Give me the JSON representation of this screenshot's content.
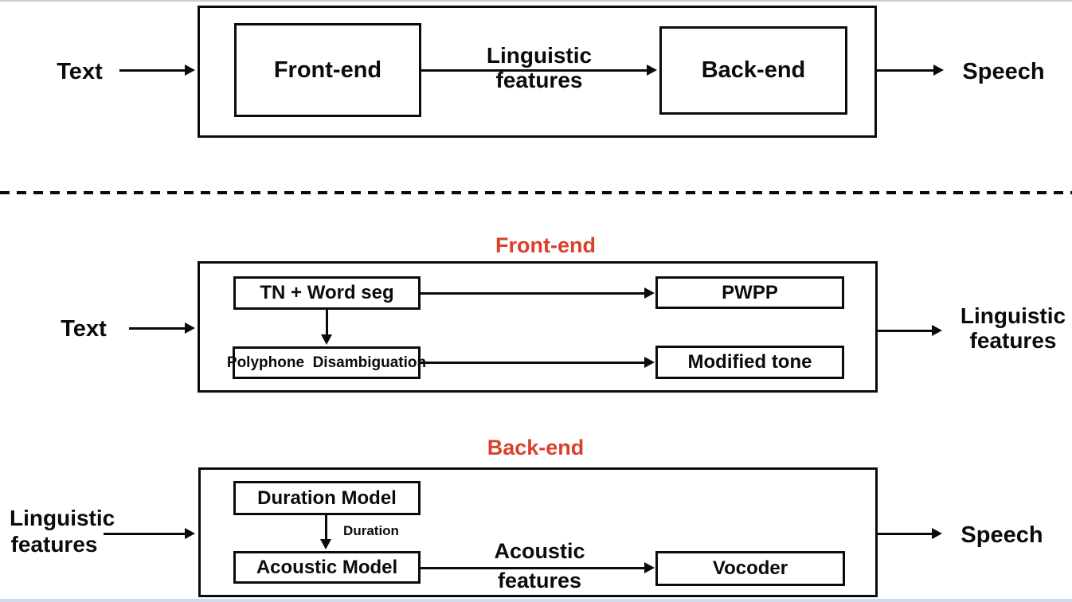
{
  "colors": {
    "title_red": "#d9412c",
    "line_black": "#0b0b0b"
  },
  "overview": {
    "input_label": "Text",
    "frontend_box_label": "Front-end",
    "backend_box_label": "Back-end",
    "flow_label_line1": "Linguistic",
    "flow_label_line2": "features",
    "output_label": "Speech"
  },
  "frontend_detail": {
    "title": "Front-end",
    "input_label": "Text",
    "tn_box_label": "TN + Word seg",
    "polyphone_box_label": "Polyphone  Disambiguation",
    "pwpp_box_label": "PWPP",
    "modified_tone_box_label": "Modified tone",
    "output_label_line1": "Linguistic",
    "output_label_line2": "features"
  },
  "backend_detail": {
    "title": "Back-end",
    "input_label_line1": "Linguistic",
    "input_label_line2": "features",
    "duration_model_box_label": "Duration Model",
    "acoustic_model_box_label": "Acoustic Model",
    "vocoder_box_label": "Vocoder",
    "duration_arrow_label": "Duration",
    "flow_label_line1": "Acoustic",
    "flow_label_line2": "features",
    "output_label": "Speech"
  }
}
